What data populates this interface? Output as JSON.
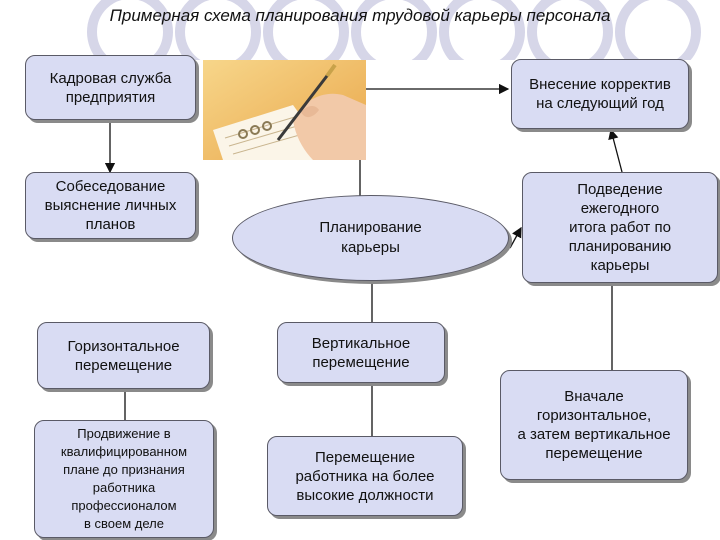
{
  "title": "Примерная схема планирования трудовой карьеры персонала",
  "nodes": {
    "hr": "Кадровая служба\nпредприятия",
    "interview": "Собеседование\nвыяснение личных\nпланов",
    "horizontal": "Горизонтальное\nперемещение",
    "promotion": "Продвижение в\nквалифицированном\nплане до признания\nработника\nпрофессионалом\nв своем деле",
    "planning": "Планирование\nкарьеры",
    "vertical": "Вертикальное\nперемещение",
    "move_up": "Перемещение\nработника на более\nвысокие должности",
    "corrections": "Внесение корректив\nна следующий год",
    "summary": "Подведение\nежегодного\nитога работ по\nпланированию\nкарьеры",
    "combo": "Вначале\nгоризонтальное,\nа затем вертикальное\nперемещение"
  },
  "colors": {
    "box_fill": "#d9dcf3",
    "border": "#5a5a66",
    "shadow": "#8a8a8a",
    "deco_circle": "#d6d6e8"
  }
}
